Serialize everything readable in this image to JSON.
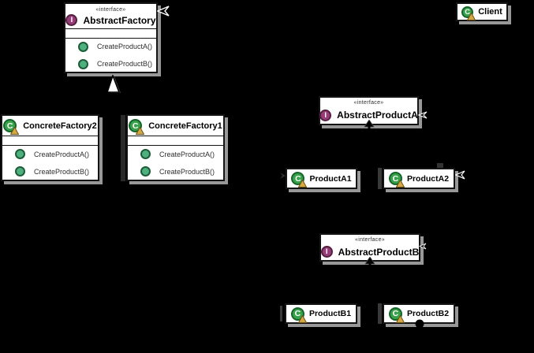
{
  "canvas": {
    "background": "#000000"
  },
  "icon_letters": {
    "interface": "I",
    "class": "C"
  },
  "colors": {
    "node_background": "#ffffff",
    "node_border": "#141414",
    "node_shadow": "#989898",
    "interface_icon": "#983c79",
    "class_icon": "#37a24a",
    "method_icon": "#4fb07f",
    "warning_badge": "#d4a843"
  },
  "nodes": {
    "abstract_factory": {
      "stereotype": "«interface»",
      "name": "AbstractFactory",
      "methods": [
        "CreateProductA()",
        "CreateProductB()"
      ]
    },
    "client": {
      "name": "Client"
    },
    "concrete_factory2": {
      "name": "ConcreteFactory2",
      "methods": [
        "CreateProductA()",
        "CreateProductB()"
      ]
    },
    "concrete_factory1": {
      "name": "ConcreteFactory1",
      "methods": [
        "CreateProductA()",
        "CreateProductB()"
      ]
    },
    "abstract_product_a": {
      "stereotype": "«interface»",
      "name": "AbstractProductA"
    },
    "product_a1": {
      "name": "ProductA1"
    },
    "product_a2": {
      "name": "ProductA2"
    },
    "abstract_product_b": {
      "stereotype": "«interface»",
      "name": "AbstractProductB"
    },
    "product_b1": {
      "name": "ProductB1"
    },
    "product_b2": {
      "name": "ProductB2"
    }
  }
}
